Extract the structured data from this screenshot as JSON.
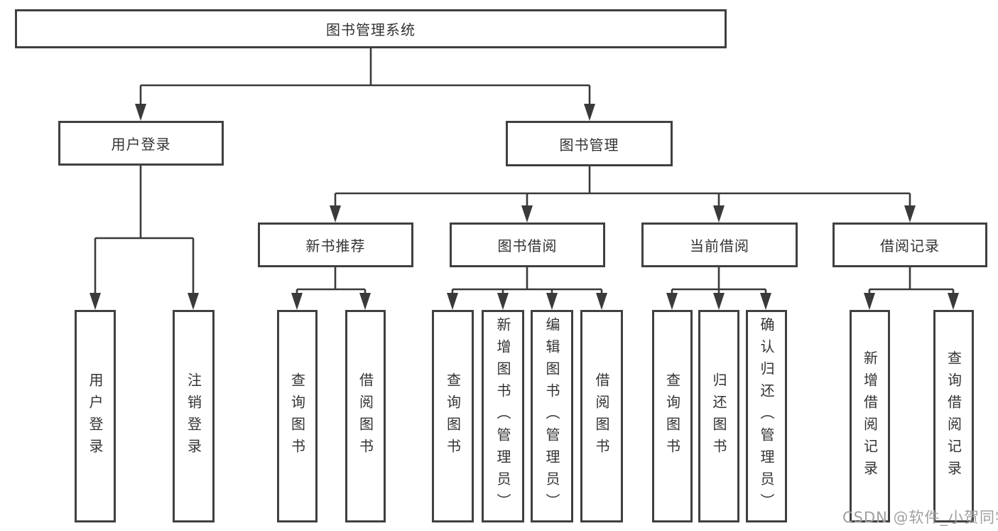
{
  "diagram_title": "图书管理系统",
  "colors": {
    "line": "#3a3a3a",
    "border": "#404040",
    "text": "#333333",
    "watermark": "#a0a0a0",
    "background": "#ffffff"
  },
  "tree": {
    "label": "图书管理系统",
    "children": [
      {
        "label": "用户登录",
        "children": [
          {
            "label": "用户登录"
          },
          {
            "label": "注销登录"
          }
        ]
      },
      {
        "label": "图书管理",
        "children": [
          {
            "label": "新书推荐",
            "children": [
              {
                "label": "查询图书"
              },
              {
                "label": "借阅图书"
              }
            ]
          },
          {
            "label": "图书借阅",
            "children": [
              {
                "label": "查询图书"
              },
              {
                "label": "新增图书（管理员）"
              },
              {
                "label": "编辑图书（管理员）"
              },
              {
                "label": "借阅图书"
              }
            ]
          },
          {
            "label": "当前借阅",
            "children": [
              {
                "label": "查询图书"
              },
              {
                "label": "归还图书"
              },
              {
                "label": "确认归还（管理员）"
              }
            ]
          },
          {
            "label": "借阅记录",
            "children": [
              {
                "label": "新增借阅记录"
              },
              {
                "label": "查询借阅记录"
              }
            ]
          }
        ]
      }
    ]
  },
  "watermark": "CSDN @软件_小贺同学"
}
